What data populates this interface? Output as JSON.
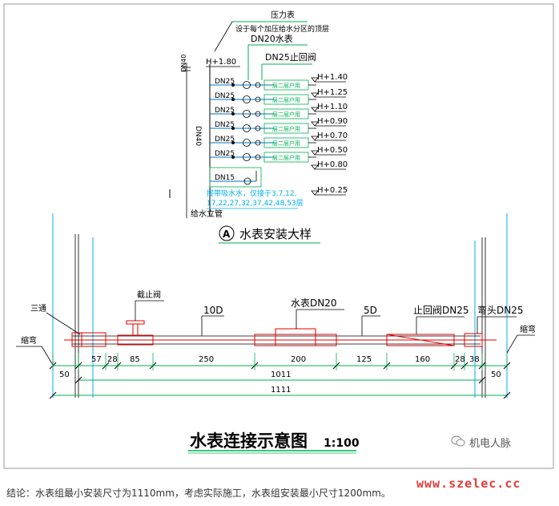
{
  "detail": {
    "pressure_gauge": "压力表",
    "gauge_note": "设于每个加压给水分区的顶层",
    "dn20_meter": "DN20水表",
    "dn25_check": "DN25止回阀",
    "dn40_top": "DN40",
    "dn40_side": "DN40",
    "h180": "H+1.80",
    "branch_dn25": [
      "DN25",
      "DN25",
      "DN25",
      "DN25",
      "DN25",
      "DN25"
    ],
    "dn15": "DN15",
    "box_label": "一层二层户用",
    "heights": [
      "H+1.40",
      "H+1.25",
      "H+1.10",
      "H+0.90",
      "H+0.70",
      "H+0.50",
      "H+0.80",
      "H+0.25"
    ],
    "note_line1": "接带吸水水，仅接于3,7,12,",
    "note_line2": "17,22,27,32,37,42,48,53层",
    "riser_label": "给水立管",
    "circle_letter": "A",
    "detail_title": "水表安装大样"
  },
  "connection": {
    "label_tee": "三通",
    "label_reducer_left": "缩弯",
    "label_valve": "截止阀",
    "label_10d": "10D",
    "label_meter": "水表DN20",
    "label_5d": "5D",
    "label_check": "止回阀DN25",
    "label_elbow": "弯头DN25",
    "label_reducer_right": "缩弯",
    "dims": [
      "57",
      "28",
      "85",
      "250",
      "200",
      "125",
      "160",
      "28",
      "38"
    ],
    "dim_left": "50",
    "dim_right": "50",
    "dim_1011": "1011",
    "dim_1111": "1111",
    "title": "水表连接示意图",
    "scale": "1:100"
  },
  "brand": "机电人脉",
  "watermark": "www.szelec.cc",
  "caption": "结论：水表组最小安装尺寸为1110mm，考虑实际施工，水表组安装最小尺寸1200mm。"
}
